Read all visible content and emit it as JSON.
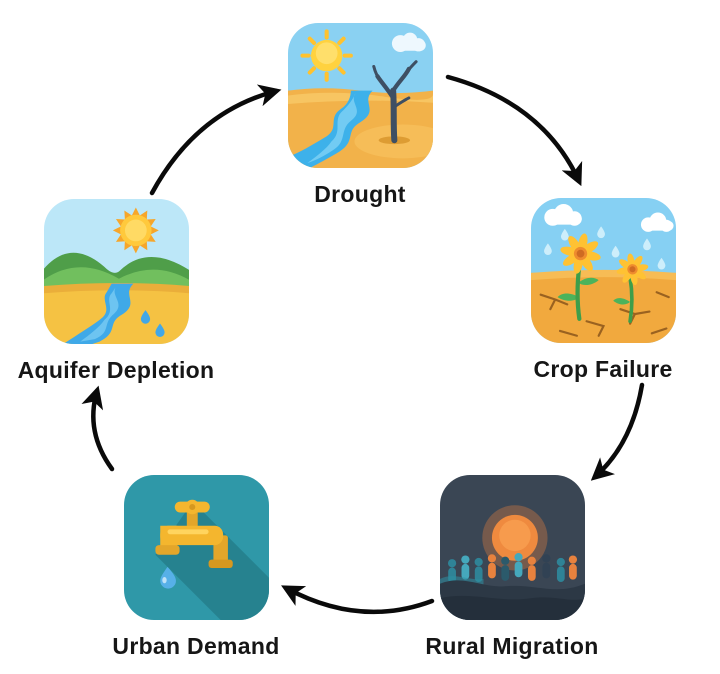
{
  "diagram": {
    "type": "cycle",
    "background": "#ffffff",
    "arrow_color": "#0a0a0a",
    "label_color": "#161616",
    "nodes": [
      {
        "id": "drought",
        "label": "Drought",
        "icon": "drought-icon",
        "accent": "#f2b24a"
      },
      {
        "id": "crop-failure",
        "label": "Crop Failure",
        "icon": "crop-failure-icon",
        "accent": "#f1a93e"
      },
      {
        "id": "rural-migration",
        "label": "Rural Migration",
        "icon": "rural-migration-icon",
        "accent": "#3a4654"
      },
      {
        "id": "urban-demand",
        "label": "Urban Demand",
        "icon": "urban-demand-icon",
        "accent": "#2f98a8"
      },
      {
        "id": "aquifer-depletion",
        "label": "Aquifer Depletion",
        "icon": "aquifer-depletion-icon",
        "accent": "#f5c243"
      }
    ],
    "edges": [
      {
        "from": "Drought",
        "to": "Crop Failure"
      },
      {
        "from": "Crop Failure",
        "to": "Rural Migration"
      },
      {
        "from": "Rural Migration",
        "to": "Urban Demand"
      },
      {
        "from": "Urban Demand",
        "to": "Aquifer Depletion"
      },
      {
        "from": "Aquifer Depletion",
        "to": "Drought"
      }
    ]
  }
}
